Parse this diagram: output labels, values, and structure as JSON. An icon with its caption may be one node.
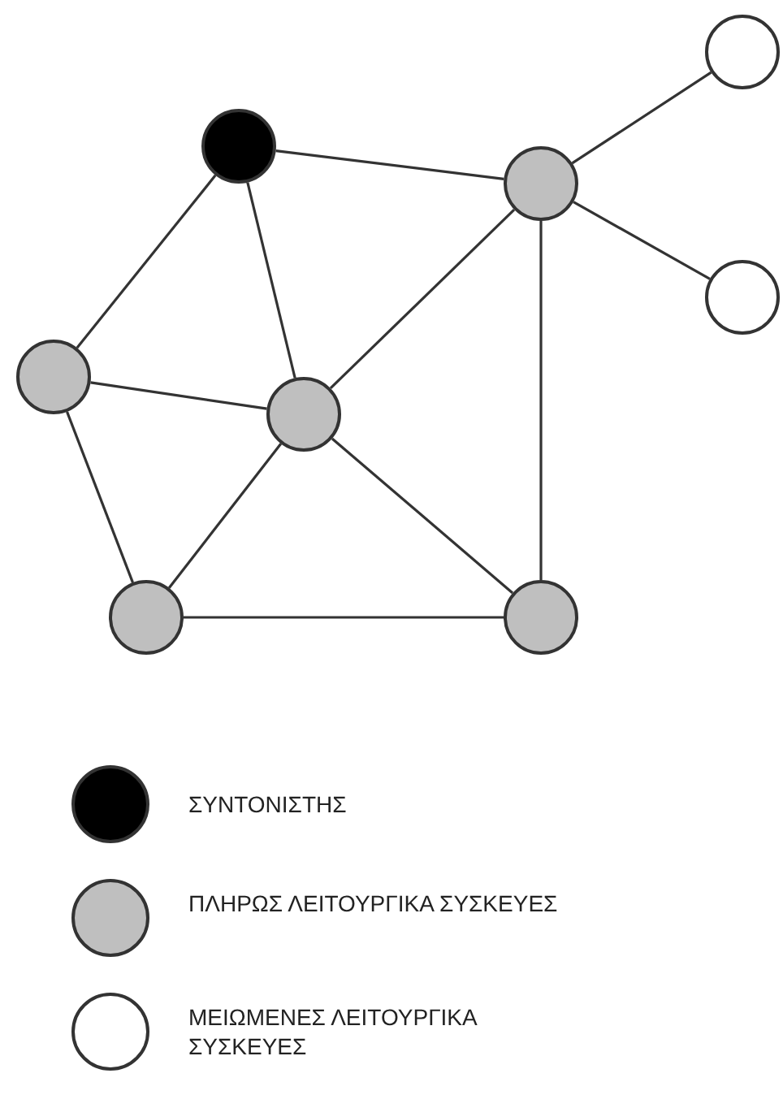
{
  "diagram": {
    "nodes": [
      {
        "text": [],
        "shape": "circle"
      },
      {
        "text": [],
        "shape": "circle"
      },
      {
        "text": [],
        "shape": "circle"
      },
      {
        "text": [],
        "shape": "circle"
      },
      {
        "text": [],
        "shape": "circle"
      },
      {
        "text": [],
        "shape": "circle"
      },
      {
        "text": [],
        "shape": "circle"
      },
      {
        "text": [],
        "shape": "circle"
      }
    ],
    "edges": [
      {
        "from": 0,
        "to": 1,
        "arrow": "none"
      },
      {
        "from": 0,
        "to": 4,
        "arrow": "none"
      },
      {
        "from": 0,
        "to": 5,
        "arrow": "none"
      },
      {
        "from": 1,
        "to": 2,
        "arrow": "none"
      },
      {
        "from": 1,
        "to": 3,
        "arrow": "none"
      },
      {
        "from": 1,
        "to": 5,
        "arrow": "none"
      },
      {
        "from": 1,
        "to": 7,
        "arrow": "none"
      },
      {
        "from": 4,
        "to": 5,
        "arrow": "none"
      },
      {
        "from": 4,
        "to": 6,
        "arrow": "none"
      },
      {
        "from": 5,
        "to": 6,
        "arrow": "none"
      },
      {
        "from": 5,
        "to": 7,
        "arrow": "none"
      },
      {
        "from": 6,
        "to": 7,
        "arrow": "none"
      }
    ],
    "legend": [
      {
        "text": "ΣΥΝΤΟΝΙΣΤΗΣ",
        "color": "#000000"
      },
      {
        "text": "ΠΛΗΡΩΣ ΛΕΙΤΟΥΡΓΙΚΑ ΣΥΣΚΕΥΕΣ",
        "color": "#bfbfbf"
      },
      {
        "text": "ΜΕΙΩΜΕΝΕΣ ΛΕΙΤΟΥΡΓΙΚΑ ΣΥΣΚΕΥΕΣ",
        "color": "#ffffff"
      }
    ]
  }
}
